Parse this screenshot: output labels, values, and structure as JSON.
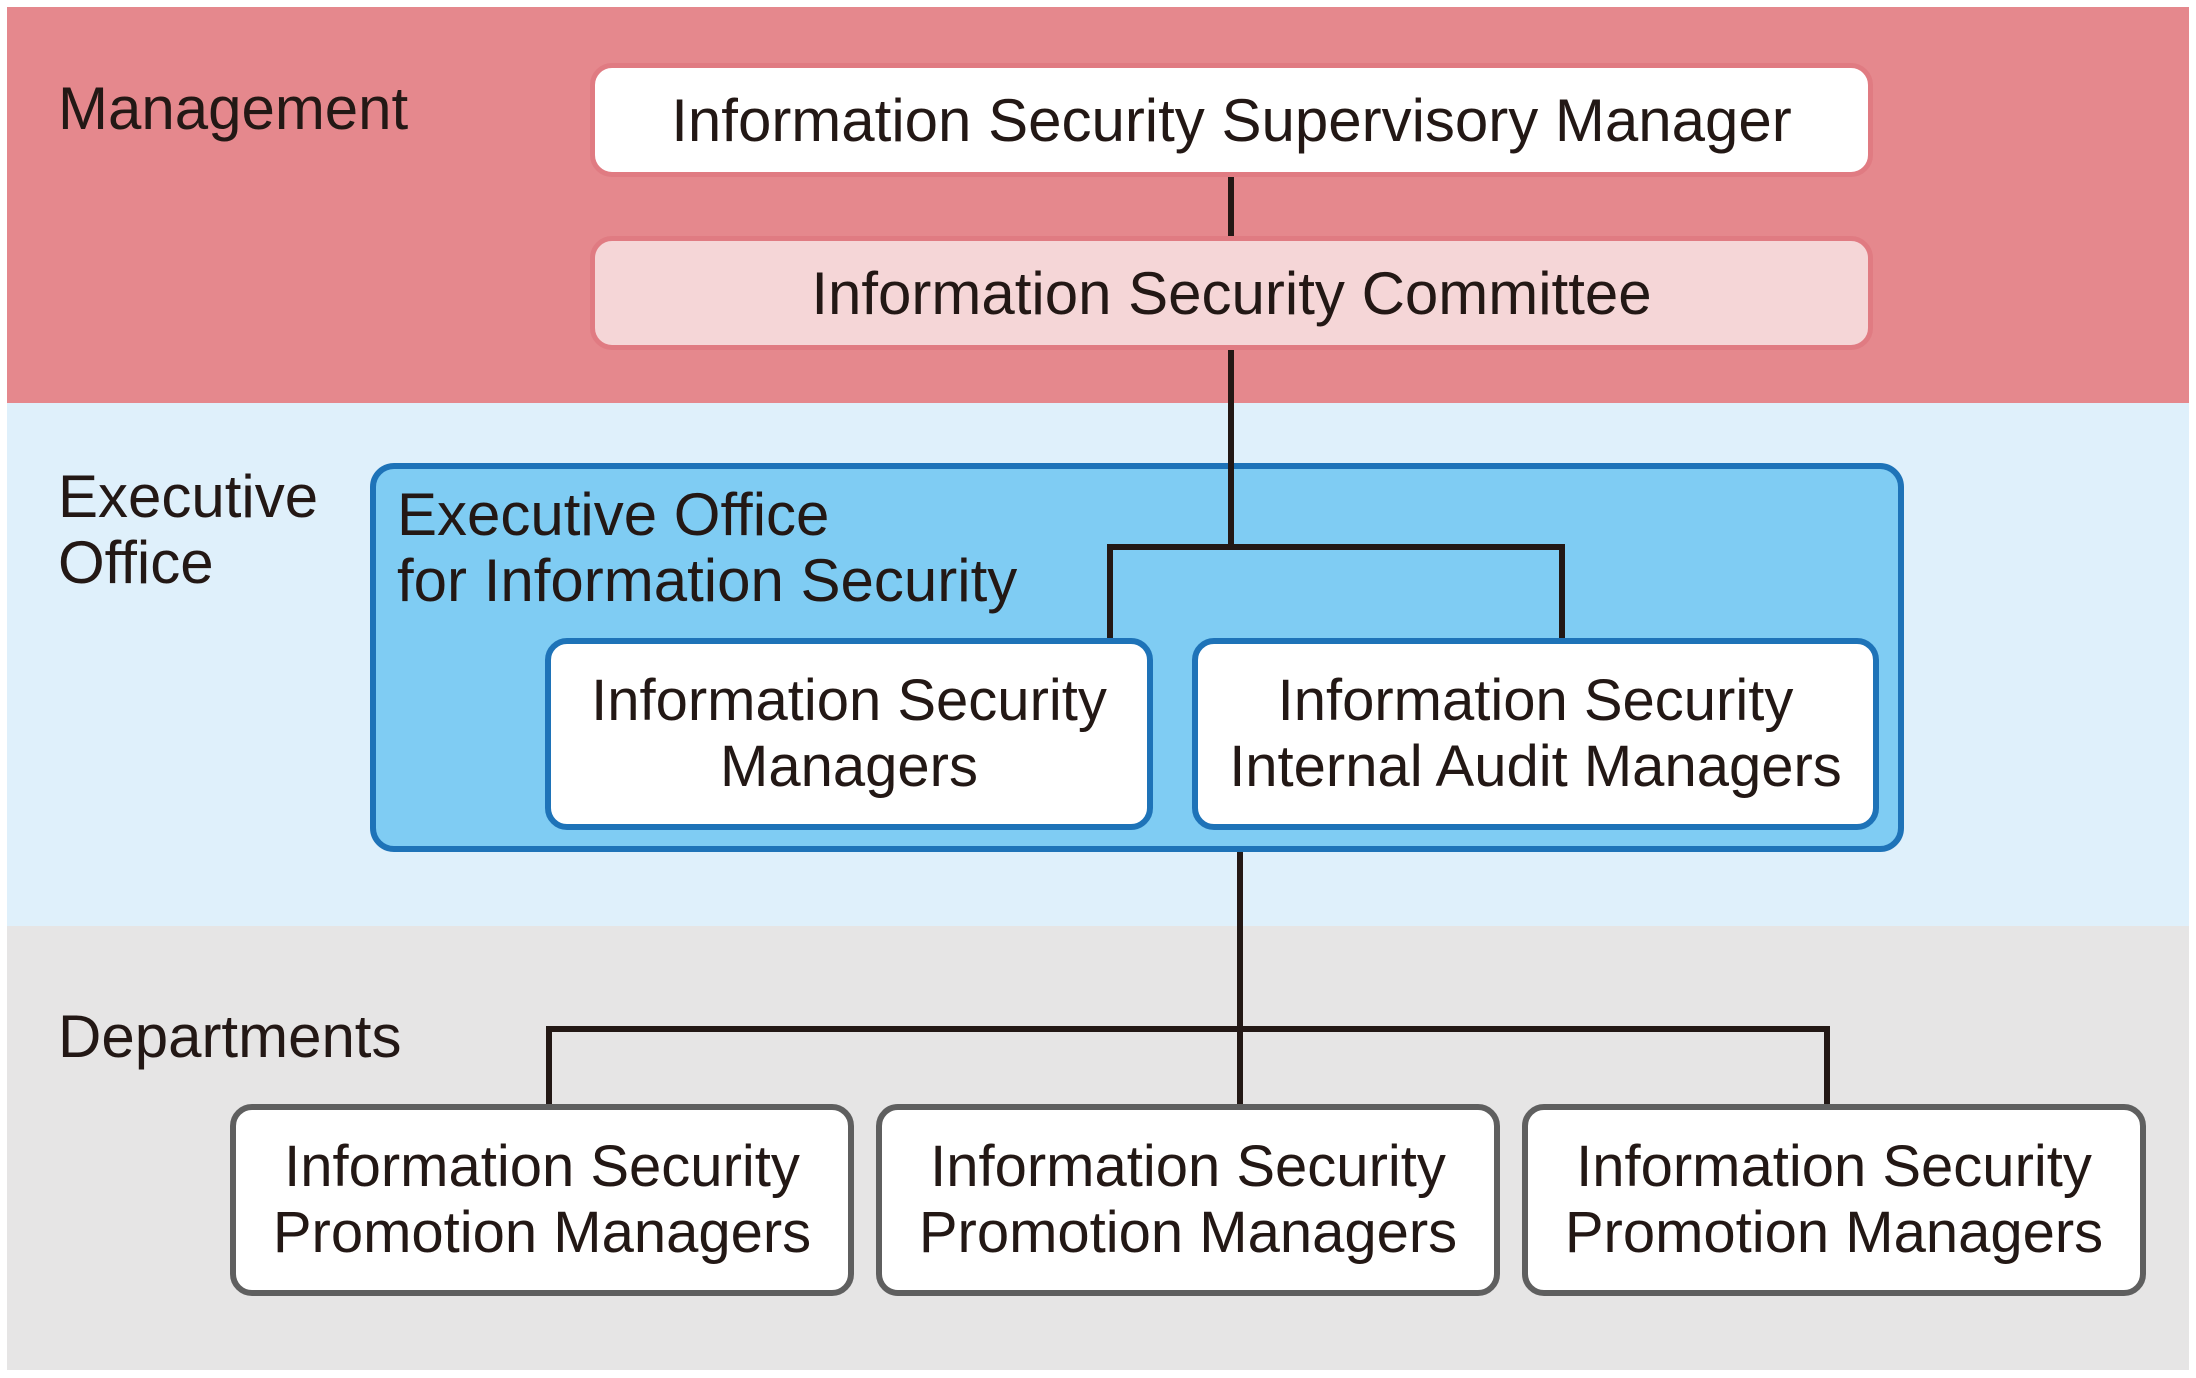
{
  "sections": {
    "management": "Management",
    "executive_office": "Executive\nOffice",
    "departments": "Departments"
  },
  "management": {
    "supervisory_manager": "Information Security Supervisory Manager",
    "committee": "Information Security Committee"
  },
  "executive_office": {
    "title": "Executive Office\nfor Information Security",
    "security_managers": "Information Security\nManagers",
    "audit_managers": "Information Security\nInternal Audit Managers"
  },
  "departments": {
    "units": [
      "Information Security\nPromotion Managers",
      "Information Security\nPromotion Managers",
      "Information Security\nPromotion Managers"
    ]
  },
  "colors": {
    "management_band": "#e5888d",
    "executive_band": "#dff0fb",
    "departments_band": "#e6e5e5",
    "executive_box": "#7fccf3",
    "executive_border": "#1e73b8",
    "committee_fill": "#f5d6d7"
  }
}
